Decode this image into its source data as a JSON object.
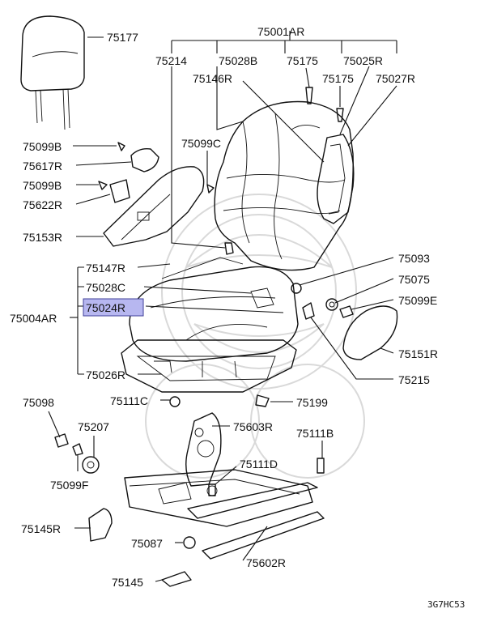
{
  "diagram_code": "3G7HC53",
  "highlight_color": "#b7b7f0",
  "labels": {
    "p75177": "75177",
    "p75001AR": "75001AR",
    "p75214": "75214",
    "p75028B": "75028B",
    "p75175a": "75175",
    "p75025R": "75025R",
    "p75146R": "75146R",
    "p75175b": "75175",
    "p75027R": "75027R",
    "p75099B_1": "75099B",
    "p75099C": "75099C",
    "p75617R": "75617R",
    "p75099B_2": "75099B",
    "p75622R": "75622R",
    "p75153R": "75153R",
    "p75147R": "75147R",
    "p75093": "75093",
    "p75028C": "75028C",
    "p75075": "75075",
    "p75004AR": "75004AR",
    "p75024R": "75024R",
    "p75099E": "75099E",
    "p75151R": "75151R",
    "p75026R": "75026R",
    "p75215": "75215",
    "p75098": "75098",
    "p75111C": "75111C",
    "p75199": "75199",
    "p75207": "75207",
    "p75603R": "75603R",
    "p75111B": "75111B",
    "p75111D": "75111D",
    "p75099F": "75099F",
    "p75145R": "75145R",
    "p75087": "75087",
    "p75602R": "75602R",
    "p75145": "75145"
  }
}
